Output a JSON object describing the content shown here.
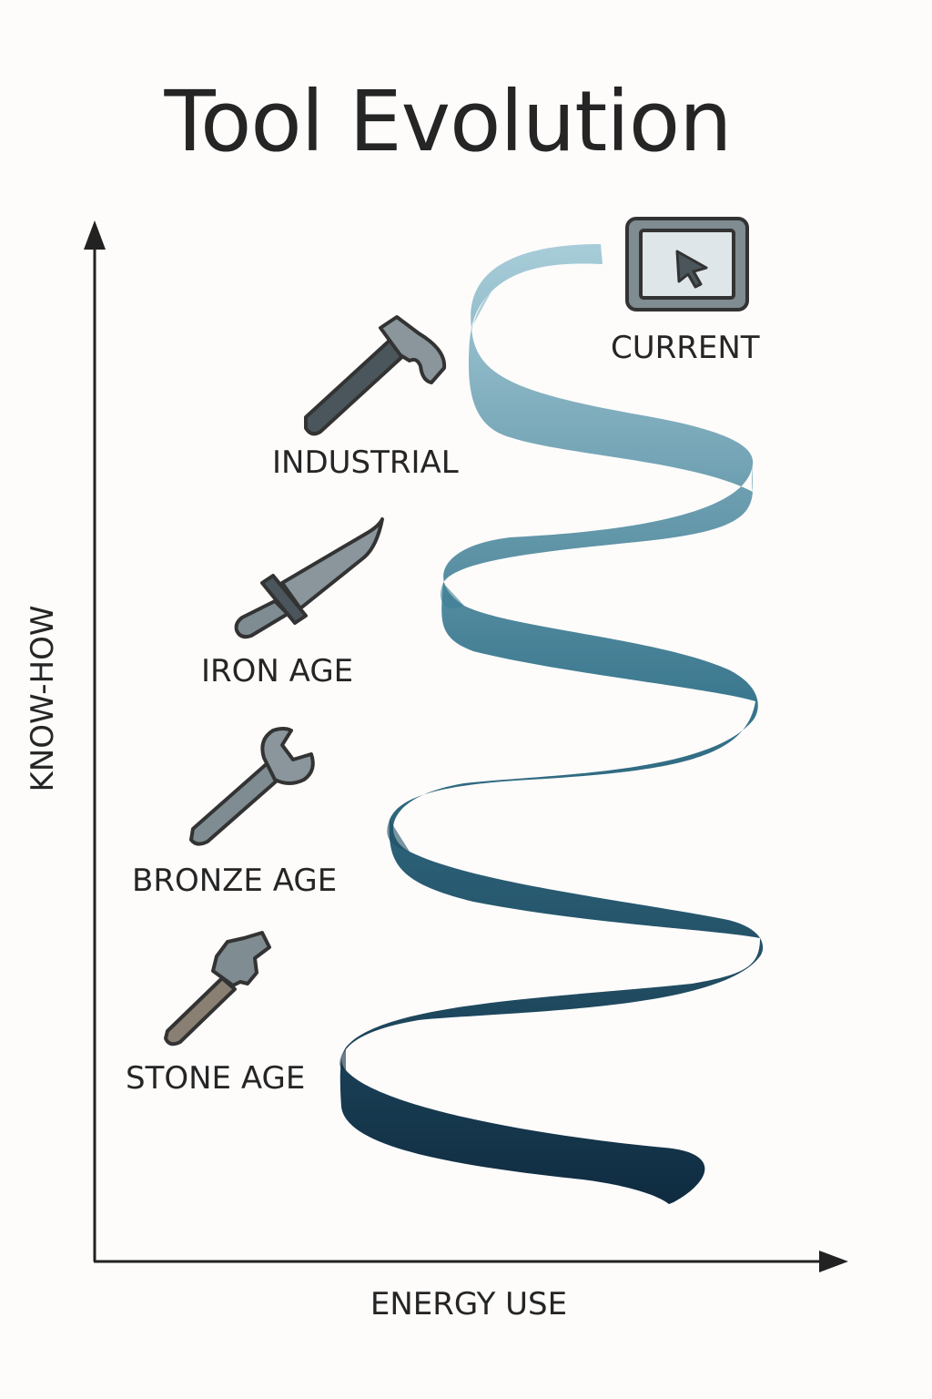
{
  "diagram": {
    "title": "Tool Evolution",
    "x_axis_label": "ENERGY USE",
    "y_axis_label": "KNOW-HOW",
    "stages": [
      {
        "label": "STONE AGE",
        "icon": "stone-hammer-icon"
      },
      {
        "label": "BRONZE AGE",
        "icon": "wrench-icon"
      },
      {
        "label": "IRON AGE",
        "icon": "sword-icon"
      },
      {
        "label": "INDUSTRIAL",
        "icon": "axe-icon"
      },
      {
        "label": "CURRENT",
        "icon": "computer-cursor-icon"
      }
    ],
    "colors": {
      "spiral_start": "#0f2b40",
      "spiral_end": "#a8cdd9",
      "axis": "#222222",
      "tool_metal": "#7f8c92",
      "tool_handle_dark": "#4a565c",
      "tool_wood": "#8a7f73",
      "outline": "#333333"
    }
  }
}
